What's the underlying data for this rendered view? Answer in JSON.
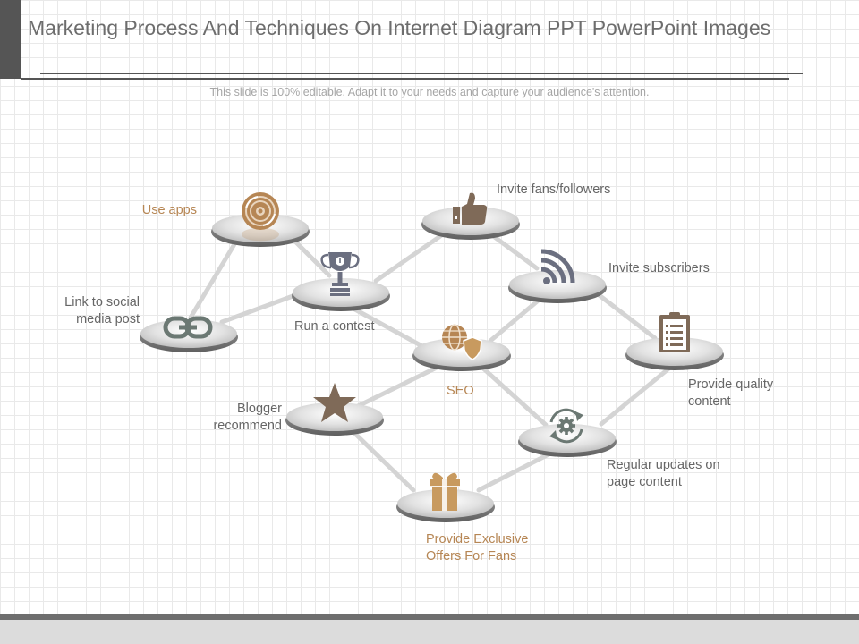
{
  "title": "Marketing Process And Techniques On Internet Diagram PPT PowerPoint Images",
  "subtitle": "This slide is 100% editable. Adapt it to your needs and capture your audience's attention.",
  "colors": {
    "accent": "#b68654",
    "brown": "#7f6a58",
    "gray": "#666666",
    "slate": "#6b6f80"
  },
  "labels": {
    "use_apps": "Use apps",
    "link_social_1": "Link to social",
    "link_social_2": "media post",
    "run_contest": "Run a contest",
    "invite_fans": "Invite  fans/followers",
    "invite_subscribers": "Invite  subscribers",
    "seo": "SEO",
    "provide_quality_1": "Provide quality",
    "provide_quality_2": "content",
    "blogger_1": "Blogger",
    "blogger_2": "recommend",
    "regular_1": "Regular updates on",
    "regular_2": "page content",
    "exclusive_1": "Provide Exclusive",
    "exclusive_2": "Offers For Fans"
  },
  "icons": {
    "use_apps": "disc-icon",
    "link_social": "chain-link-icon",
    "run_contest": "trophy-icon",
    "invite_fans": "thumbs-up-icon",
    "invite_subscribers": "rss-feed-icon",
    "seo": "globe-shield-icon",
    "provide_quality": "clipboard-list-icon",
    "blogger": "star-icon",
    "regular": "gear-refresh-icon",
    "exclusive": "gift-icon"
  }
}
